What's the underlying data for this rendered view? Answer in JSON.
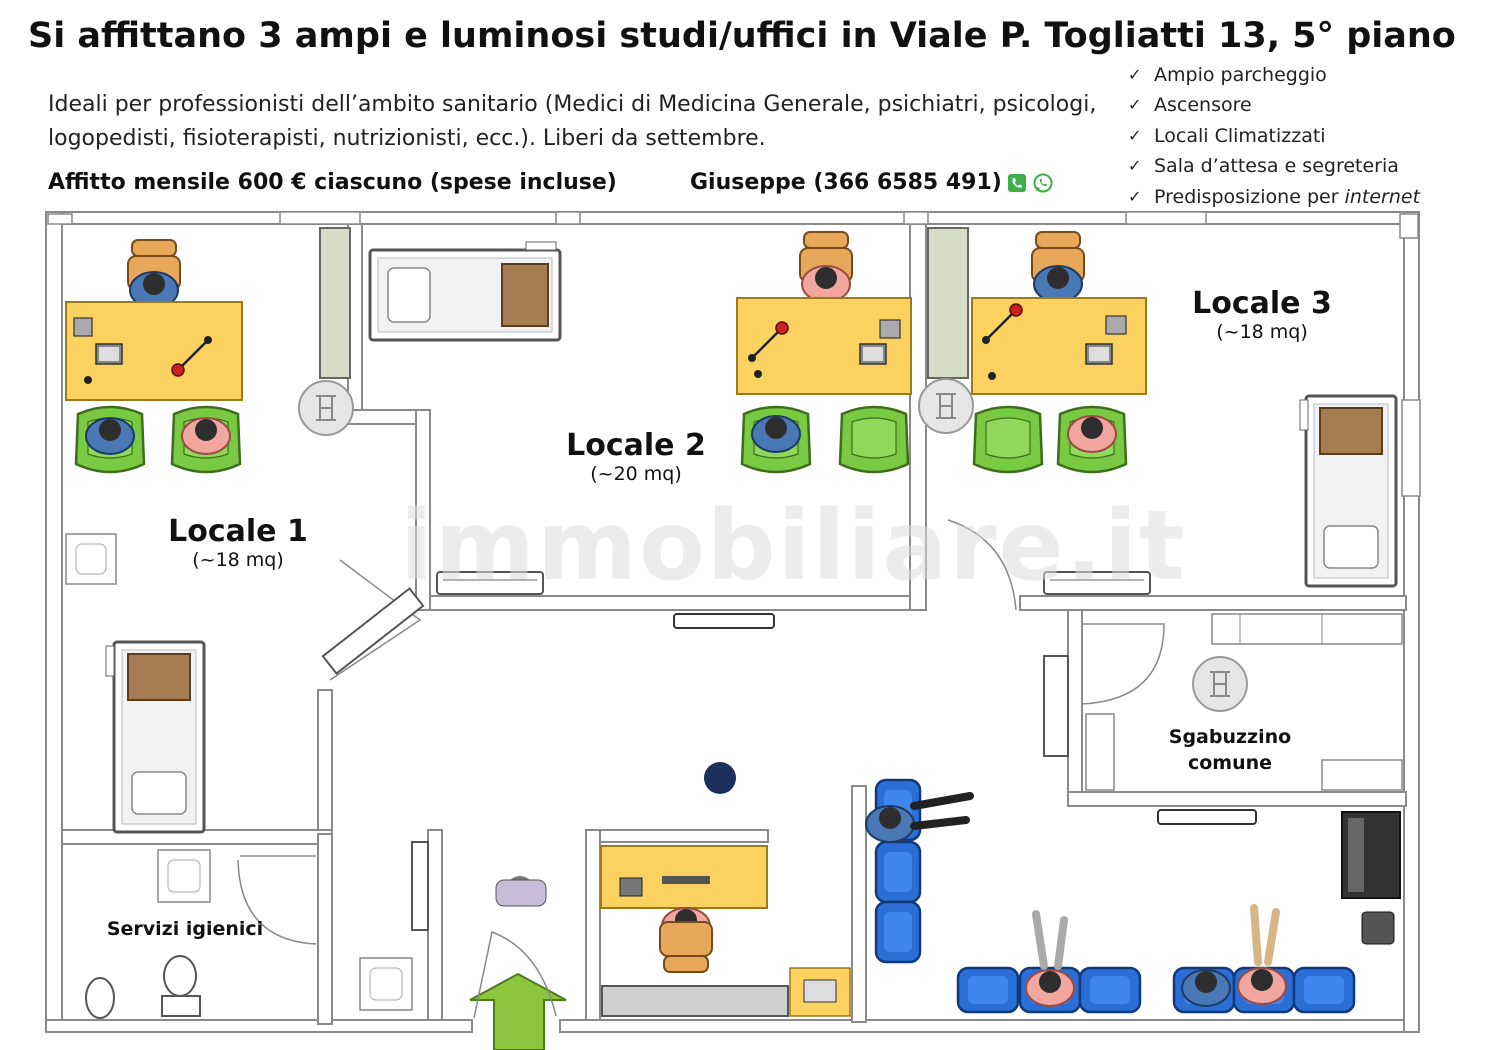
{
  "header": {
    "title": "Si affittano 3 ampi e luminosi studi/uffici in Viale P. Togliatti 13, 5° piano",
    "intro": "Ideali per professionisti dell’ambito sanitario (Medici di Medicina Generale, psichiatri, psicologi, logopedisti, fisioterapisti, nutrizionisti, ecc.). Liberi da settembre.",
    "rent": "Affitto mensile 600 € ciascuno (spese incluse)",
    "contact": "Giuseppe (366 6585 491)"
  },
  "features": {
    "items": [
      "Ampio parcheggio",
      "Ascensore",
      "Locali Climatizzati",
      "Sala d’attesa e segreteria",
      "Predisposizione per"
    ],
    "last_italic": "internet"
  },
  "rooms": {
    "locale1": {
      "name": "Locale 1",
      "area": "(~18 mq)"
    },
    "locale2": {
      "name": "Locale 2",
      "area": "(~20 mq)"
    },
    "locale3": {
      "name": "Locale 3",
      "area": "(~18 mq)"
    },
    "sgabuzzino_line1": "Sgabuzzino",
    "sgabuzzino_line2": "comune",
    "servizi": "Servizi igienici"
  },
  "watermark": "immobiliare.it",
  "colors": {
    "desk": "#fbd160",
    "armchair": "#7ac943",
    "waiting_chair": "#2b6fd6",
    "entrance_arrow": "#8cc63f",
    "wall": "#ffffff",
    "wall_stroke": "#8a8a8a",
    "phone_icon": "#3fae49"
  },
  "icons": {
    "check": "checkmark-icon",
    "phone": "phone-icon",
    "whatsapp": "whatsapp-icon"
  }
}
